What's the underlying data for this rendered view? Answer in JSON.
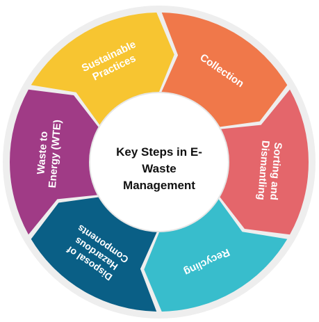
{
  "center": {
    "lines": [
      "Key Steps in E-",
      "Waste",
      "Management"
    ]
  },
  "segments": [
    {
      "label_lines": [
        "Collection"
      ],
      "color": "#f0784a"
    },
    {
      "label_lines": [
        "Sorting and",
        "Dismantling"
      ],
      "color": "#e4666b"
    },
    {
      "label_lines": [
        "Recycling"
      ],
      "color": "#38bdcc"
    },
    {
      "label_lines": [
        "Disposal of",
        "Hazardous",
        "Components"
      ],
      "color": "#0a5f86"
    },
    {
      "label_lines": [
        "Waste to",
        "Energy (WTE)"
      ],
      "color": "#a03b86"
    },
    {
      "label_lines": [
        "Sustainable",
        "Practices"
      ],
      "color": "#f7c531"
    }
  ],
  "colors": {
    "background_ring": "#eeeeee",
    "center_fill": "#ffffff"
  }
}
